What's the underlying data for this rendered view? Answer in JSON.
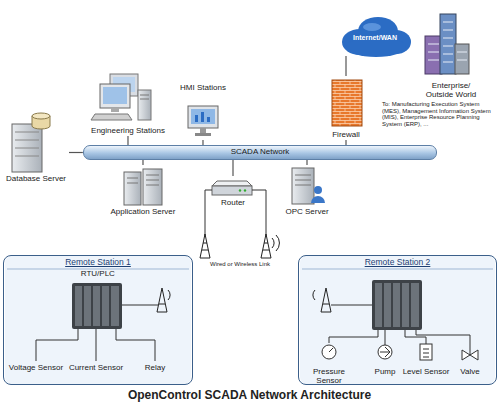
{
  "diagram": {
    "caption": "OpenControl SCADA Network Architecture",
    "nodes": [
      {
        "text": [
          "Engineering Stations"
        ]
      },
      {
        "text": [
          "HMI Stations"
        ]
      },
      {
        "text": [
          "Internet/WAN"
        ]
      },
      {
        "text": [
          "Enterprise/ Outside World"
        ]
      },
      {
        "text": [
          "Firewall"
        ]
      },
      {
        "text": [
          "SCADA Network"
        ]
      },
      {
        "text": [
          "Database Server"
        ]
      },
      {
        "text": [
          "Application Server"
        ]
      },
      {
        "text": [
          "Router"
        ]
      },
      {
        "text": [
          "OPC Server"
        ]
      },
      {
        "text": [
          "Remote Station 1"
        ]
      },
      {
        "text": [
          "RTU/PLC"
        ],
        "in": 10
      },
      {
        "text": [
          "Remote Station 2"
        ]
      }
    ],
    "edges": [
      {
        "from": 0,
        "to": 5,
        "arrow": "none"
      },
      {
        "from": 1,
        "to": 5,
        "arrow": "none"
      },
      {
        "from": 4,
        "to": 5,
        "arrow": "none"
      },
      {
        "from": 4,
        "to": 2,
        "arrow": "none"
      },
      {
        "from": 6,
        "to": 5,
        "arrow": "none"
      },
      {
        "from": 7,
        "to": 5,
        "arrow": "none"
      },
      {
        "from": 8,
        "to": 5,
        "arrow": "none"
      },
      {
        "from": 9,
        "to": 5,
        "arrow": "none"
      }
    ],
    "labels": [
      "To: Manufacturing Execution System (MES), Management Information System (MIS), Enterprise Resource Planning System (ERP), ...",
      "Wired or Wireless Link",
      "Voltage Sensor",
      "Current Sensor",
      "Relay",
      "Pressure Sensor",
      "Pump",
      "Level Sensor",
      "Valve"
    ]
  }
}
